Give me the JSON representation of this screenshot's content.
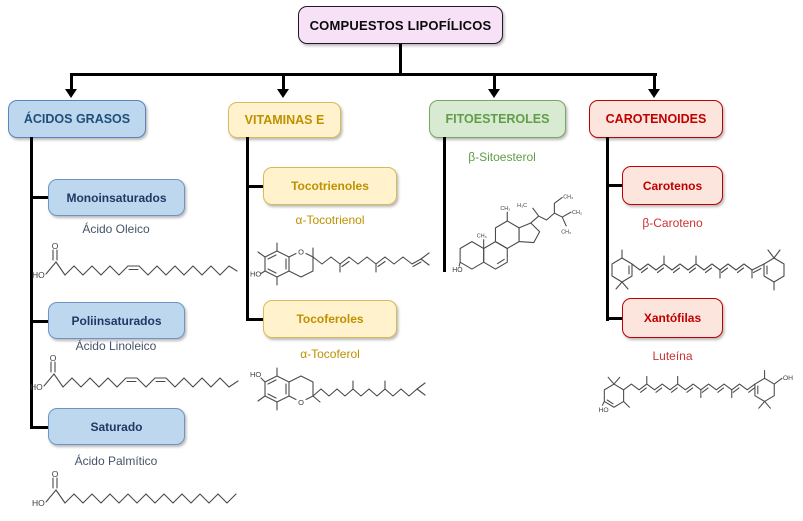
{
  "root": {
    "title": "COMPUESTOS LIPOFÍLICOS"
  },
  "columns": [
    {
      "header": "ÁCIDOS GRASOS",
      "children": [
        {
          "label": "Monoinsaturados",
          "compound": "Ácido Oleico"
        },
        {
          "label": "Poliinsaturados",
          "compound": "Ácido Linoleico"
        },
        {
          "label": "Saturado",
          "compound": "Ácido Palmítico"
        }
      ]
    },
    {
      "header": "VITAMINAS E",
      "children": [
        {
          "label": "Tocotrienoles",
          "compound": "α-Tocotrienol"
        },
        {
          "label": "Tocoferoles",
          "compound": "α-Tocoferol"
        }
      ]
    },
    {
      "header": "FITOESTEROLES",
      "compound": "β-Sitoesterol"
    },
    {
      "header": "CAROTENOIDES",
      "children": [
        {
          "label": "Carotenos",
          "compound": "β-Caroteno"
        },
        {
          "label": "Xantófilas",
          "compound": "Luteína"
        }
      ]
    }
  ],
  "atoms": {
    "ho": "HO",
    "o": "O",
    "oh": "OH",
    "ch3": "CH₃",
    "h3c": "H₃C"
  },
  "colors": {
    "root_fill": "#f7e1f7",
    "blue_fill": "#bdd7ee",
    "blue_text": "#1f4e79",
    "yellow_fill": "#fff2cc",
    "yellow_text": "#bf9000",
    "green_fill": "#d9ead3",
    "green_text": "#5f9e46",
    "red_fill": "#fbe5dd",
    "red_text": "#c00000",
    "connector": "#000000",
    "structure_stroke": "#4a4a4a"
  }
}
